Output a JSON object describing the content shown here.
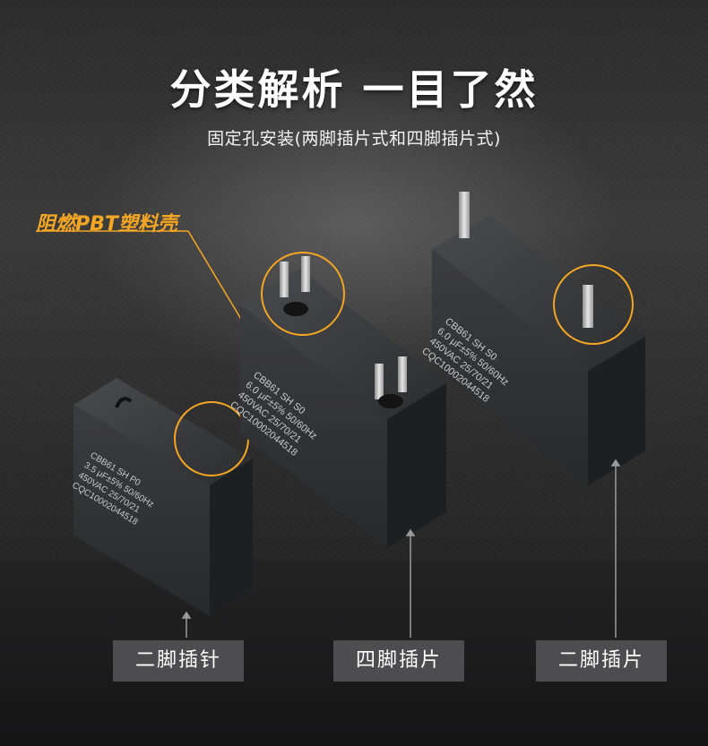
{
  "headline": "分类解析 一目了然",
  "subheadline": "固定孔安装(两脚插片式和四脚插片式)",
  "callout": {
    "text": "阻燃PBT塑料壳",
    "color": "#f5a623"
  },
  "capacitors": {
    "left": {
      "lines": [
        "CBB61 SH P0",
        "3.5 μF±5% 50/60Hz",
        "450VAC 25/70/21",
        "CQC10002044518"
      ]
    },
    "middle": {
      "lines": [
        "CBB61 SH S0",
        "6.0 μF±5% 50/60Hz",
        "450VAC 25/70/21",
        "CQC10002044518"
      ]
    },
    "right": {
      "lines": [
        "CBB61 SH S0",
        "6.0 μF±5% 50/60Hz",
        "450VAC 25/70/21",
        "CQC10002044518"
      ]
    },
    "cert_mark": "CQC"
  },
  "labels": {
    "left": "二脚插针",
    "middle": "四脚插片",
    "right": "二脚插片"
  },
  "colors": {
    "accent": "#f5a623",
    "label_bg": "#4d4d4f"
  }
}
